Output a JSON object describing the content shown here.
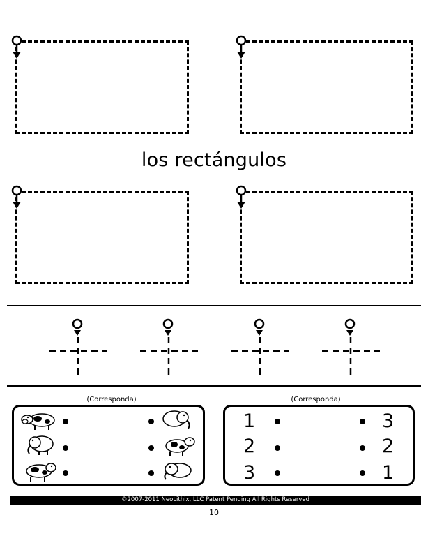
{
  "worksheet": {
    "title": "los rectángulos",
    "match_label_left": "(Corresponda)",
    "match_label_right": "(Corresponda)",
    "left_animals_col1": [
      "cow-icon",
      "elephant-icon",
      "cow-icon"
    ],
    "left_animals_col2": [
      "elephant-icon",
      "cow-icon",
      "elephant-icon"
    ],
    "right_numbers_col1": [
      "1",
      "2",
      "3"
    ],
    "right_numbers_col2": [
      "3",
      "2",
      "1"
    ]
  },
  "footer": {
    "copyright": "©2007-2011 NeoLithix, LLC  Patent Pending  All Rights Reserved",
    "page_number": "10"
  }
}
